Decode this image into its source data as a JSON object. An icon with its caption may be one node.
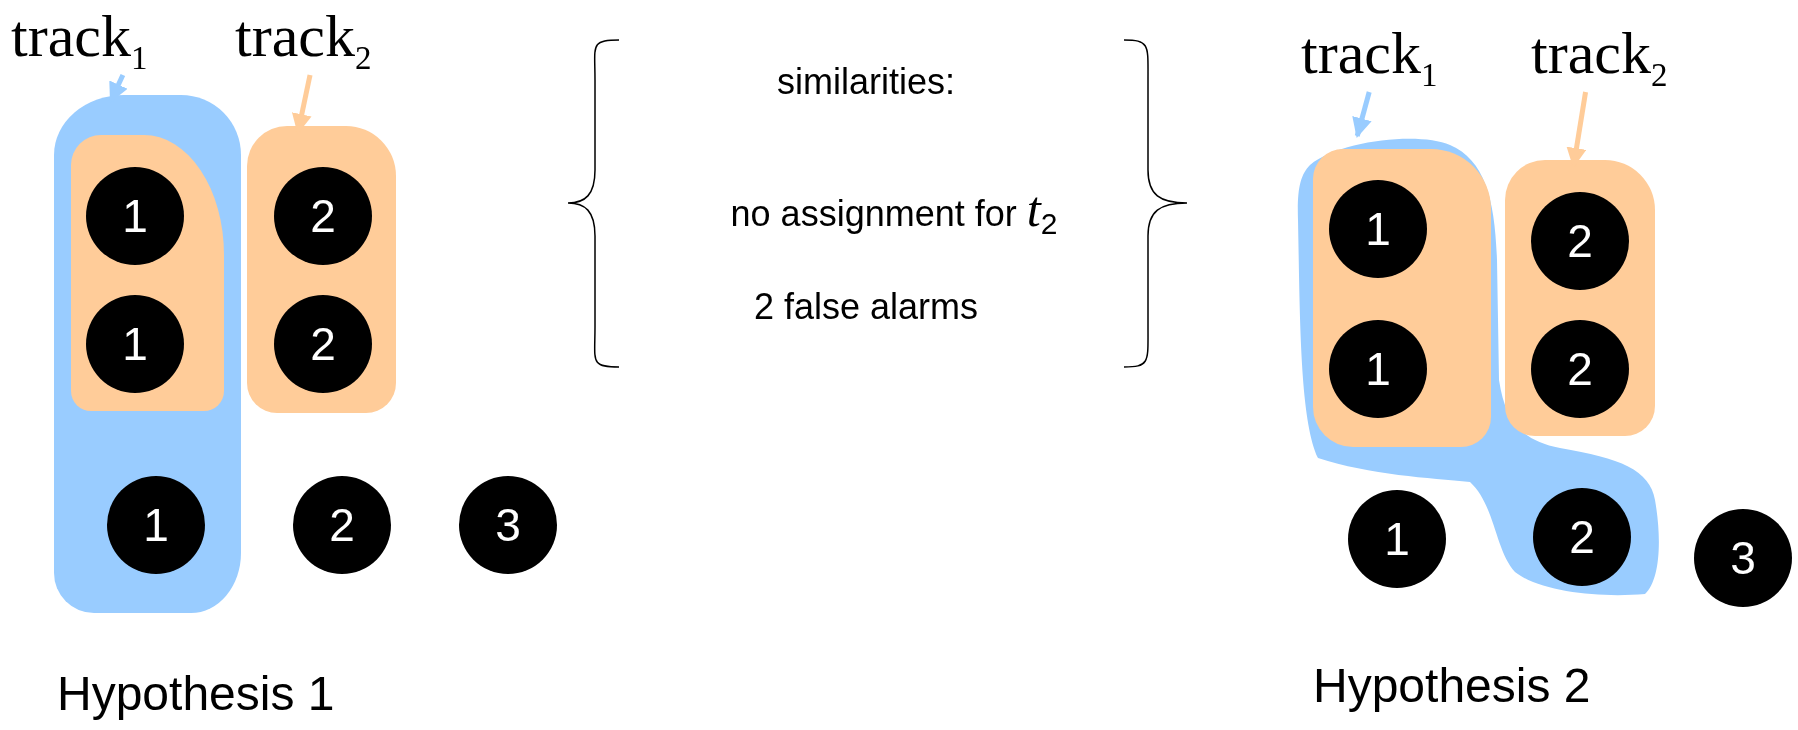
{
  "diagram": {
    "nodes": [
      {
        "text": [
          "track$_{1}$"
        ]
      },
      {
        "text": [
          "track$_{2}$"
        ]
      },
      {
        "text": [],
        "shape": "blob"
      },
      {
        "text": [],
        "shape": "blob",
        "in": 2
      },
      {
        "text": [
          "1"
        ],
        "in": 3
      },
      {
        "text": [
          "1"
        ],
        "in": 3
      },
      {
        "text": [
          "1"
        ],
        "in": 2
      },
      {
        "text": [],
        "shape": "blob"
      },
      {
        "text": [
          "2"
        ],
        "in": 7
      },
      {
        "text": [
          "2"
        ],
        "in": 7
      },
      {
        "text": [
          "2"
        ]
      },
      {
        "text": [
          "3"
        ]
      },
      {
        "text": [
          "track$_{1}$"
        ]
      },
      {
        "text": [
          "track$_{2}$"
        ]
      },
      {
        "text": [],
        "shape": "blob"
      },
      {
        "text": [],
        "shape": "blob",
        "in": 14
      },
      {
        "text": [
          "1"
        ],
        "in": 15
      },
      {
        "text": [
          "1"
        ],
        "in": 15
      },
      {
        "text": [
          "2"
        ],
        "in": 14
      },
      {
        "text": [],
        "shape": "blob"
      },
      {
        "text": [
          "2"
        ],
        "in": 19
      },
      {
        "text": [
          "2"
        ],
        "in": 19
      },
      {
        "text": [
          "1"
        ]
      },
      {
        "text": [
          "3"
        ]
      }
    ],
    "edges": [
      {
        "from": 0,
        "to": 2,
        "arrow": "to",
        "color": "#99ccff"
      },
      {
        "from": 1,
        "to": 7,
        "arrow": "to",
        "color": "#ffcc99"
      },
      {
        "from": 12,
        "to": 14,
        "arrow": "to",
        "color": "#99ccff"
      },
      {
        "from": 13,
        "to": 19,
        "arrow": "to",
        "color": "#ffcc99"
      }
    ],
    "labels": [
      "similarities:",
      "no assignment for *t*$_{2}$",
      "2 false alarms",
      "Hypothesis 1",
      "Hypothesis 2"
    ]
  }
}
